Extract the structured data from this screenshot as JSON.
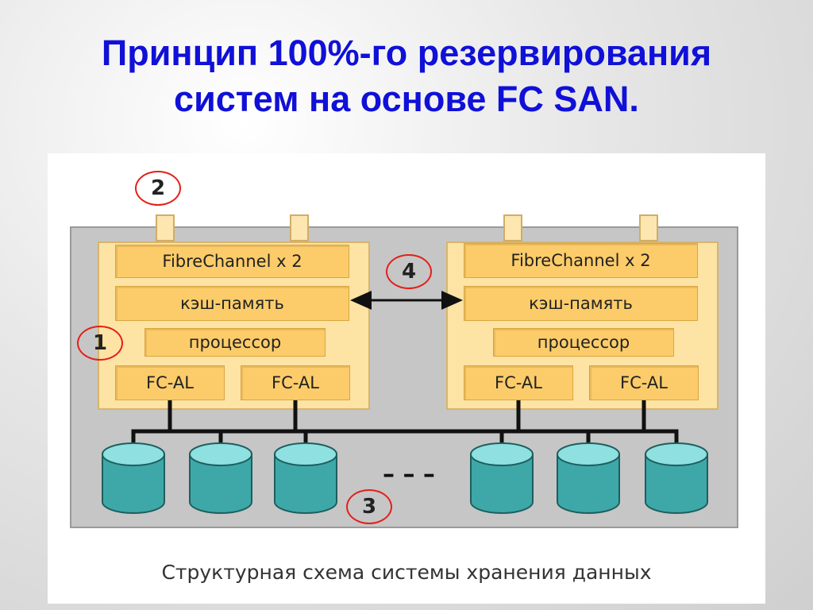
{
  "title_line1": "Принцип 100%-го резервирования",
  "title_line2": "систем на основе FC SAN.",
  "controllers": [
    {
      "fibrechannel": "FibreChannel x 2",
      "cache": "кэш-память",
      "processor": "процессор",
      "fcal_left": "FC-AL",
      "fcal_right": "FC-AL"
    },
    {
      "fibrechannel": "FibreChannel x 2",
      "cache": "кэш-память",
      "processor": "процессор",
      "fcal_left": "FC-AL",
      "fcal_right": "FC-AL"
    }
  ],
  "markers": {
    "m1": "1",
    "m2": "2",
    "m3": "3",
    "m4": "4"
  },
  "ellipsis": "– – –",
  "caption": "Структурная схема системы хранения данных",
  "colors": {
    "title": "#1010d8",
    "block": "#fccc6a",
    "controller_bg": "#fde3a4",
    "disk": "#4fb3b3",
    "marker_ring": "#e32019"
  }
}
